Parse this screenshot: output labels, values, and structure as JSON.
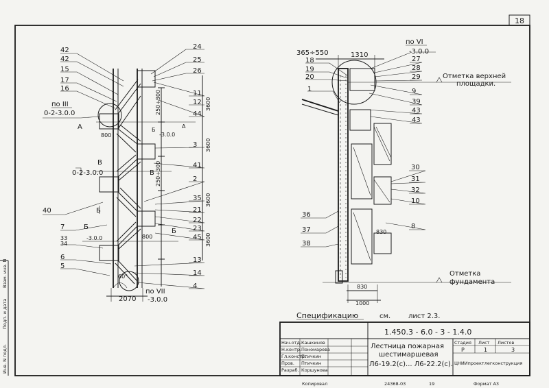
{
  "sheet_number": "18",
  "side_stamp": [
    "Инв. N подл.",
    "Подп. и дата",
    "Взам. инв. N"
  ],
  "left": {
    "labels_upper": [
      "42",
      "42",
      "15",
      "17",
      "16"
    ],
    "labels_right_top": [
      "24",
      "25",
      "26"
    ],
    "labels_right_mid": [
      "11",
      "12",
      "44",
      "3",
      "41",
      "2",
      "35",
      "21",
      "22",
      "23",
      "45",
      "13",
      "14",
      "4"
    ],
    "po3": "по III",
    "po3_mark": "0-2-3.0.0",
    "v_mark": "В",
    "v_ref": "0-2-3.0.0",
    "label_40": "40",
    "label_7": "7",
    "label_33": "33",
    "label_34": "34",
    "b1_mark": "Б",
    "b1_ref": "-3.0.0",
    "label_6": "6",
    "label_5": "5",
    "a_mark": "А",
    "a_ref": "-3.0.0",
    "b_mark": "Б",
    "b_mark2": "Б",
    "dim_800_a": "800",
    "dim_800_b": "800",
    "dim_2070": "2070",
    "angle": "60°",
    "dim_3600": [
      "3600",
      "3600",
      "3600",
      "3600"
    ],
    "dim_250": [
      "250÷300",
      "250÷300"
    ],
    "po7": "по VII",
    "po7_ref": "-3.0.0"
  },
  "right": {
    "dim_365": "365÷550",
    "dim_1310": "1310",
    "po6": "по VI",
    "po6_ref": "-3.0.0",
    "labels_left_top": [
      "18",
      "19",
      "20"
    ],
    "label_1": "1",
    "labels_right_top": [
      "27",
      "28",
      "29",
      "9",
      "39",
      "43",
      "43"
    ],
    "top_mark_line1": "Отметка верхней",
    "top_mark_line2": "площадки.",
    "labels_right_mid": [
      "30",
      "31",
      "32",
      "10",
      "8"
    ],
    "dim_830_a": "830",
    "labels_left_low": [
      "36",
      "37",
      "38"
    ],
    "found_line1": "Отметка",
    "found_line2": "фундамента",
    "dim_830_b": "830",
    "dim_1000": "1000"
  },
  "spec": {
    "label": "Спецификацию",
    "see": "см.",
    "sheet": "лист 2.3."
  },
  "title_block": {
    "code": "1.450.3 - 6.0 - 3 - 1.4.0",
    "title_line1": "Лестница пожарная",
    "title_line2": "шестимаршевая",
    "title_line3": "Л6-19.2(с)... Л6-22.2(с).",
    "roles": [
      "Нач.отд.",
      "Н.контр.",
      "Гл.констр.",
      "Пров.",
      "Разраб."
    ],
    "names": [
      "Кашкинов",
      "Пономарева",
      "Птичкин",
      "Птичкин",
      "Коршунова"
    ],
    "stage_h": "Стадия",
    "sheet_h": "Лист",
    "sheets_h": "Листов",
    "stage": "Р",
    "sheet": "1",
    "sheets": "3",
    "org": "ЦНИИпроектлегконструкция",
    "bottom": [
      "Копировал",
      "24368-03",
      "19",
      "Формат А3"
    ]
  }
}
